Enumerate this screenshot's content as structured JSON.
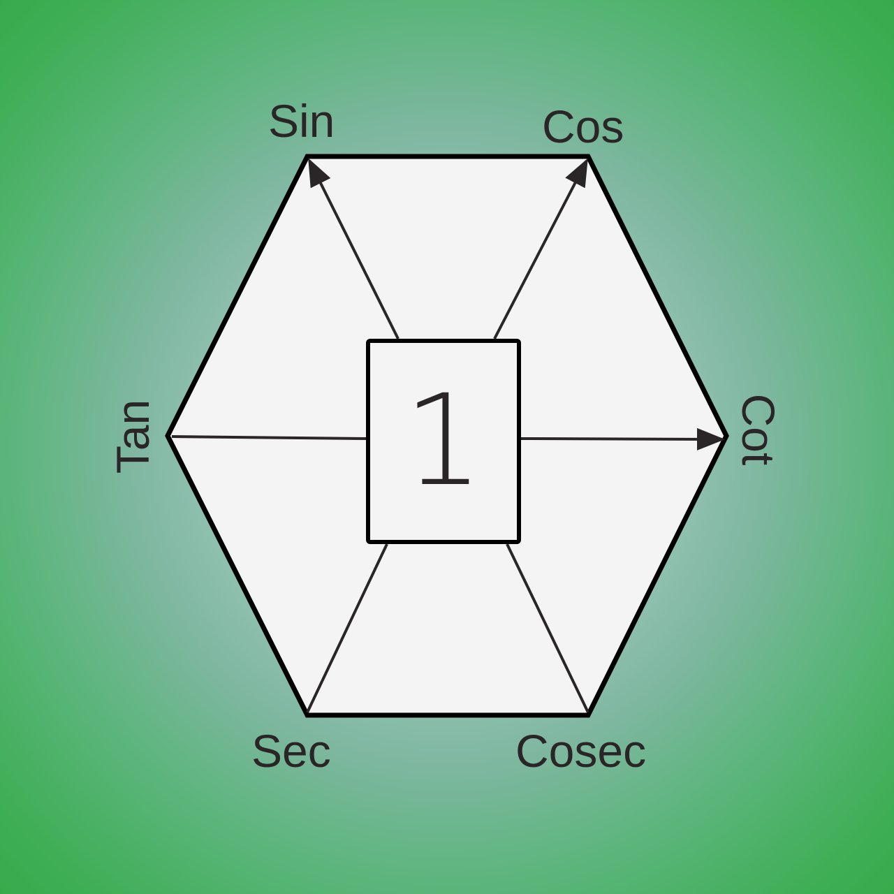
{
  "diagram": {
    "center_value": "1",
    "vertices": {
      "sin": "Sin",
      "cos": "Cos",
      "tan": "Tan",
      "cot": "Cot",
      "sec": "Sec",
      "cosec": "Cosec"
    }
  },
  "colors": {
    "background_center": "#a6d0c4",
    "background_edge": "#37ab4c",
    "hexagon_fill": "#f4f4f4",
    "stroke": "#000000",
    "arrow": "#2a2526",
    "text": "#2a2526"
  }
}
